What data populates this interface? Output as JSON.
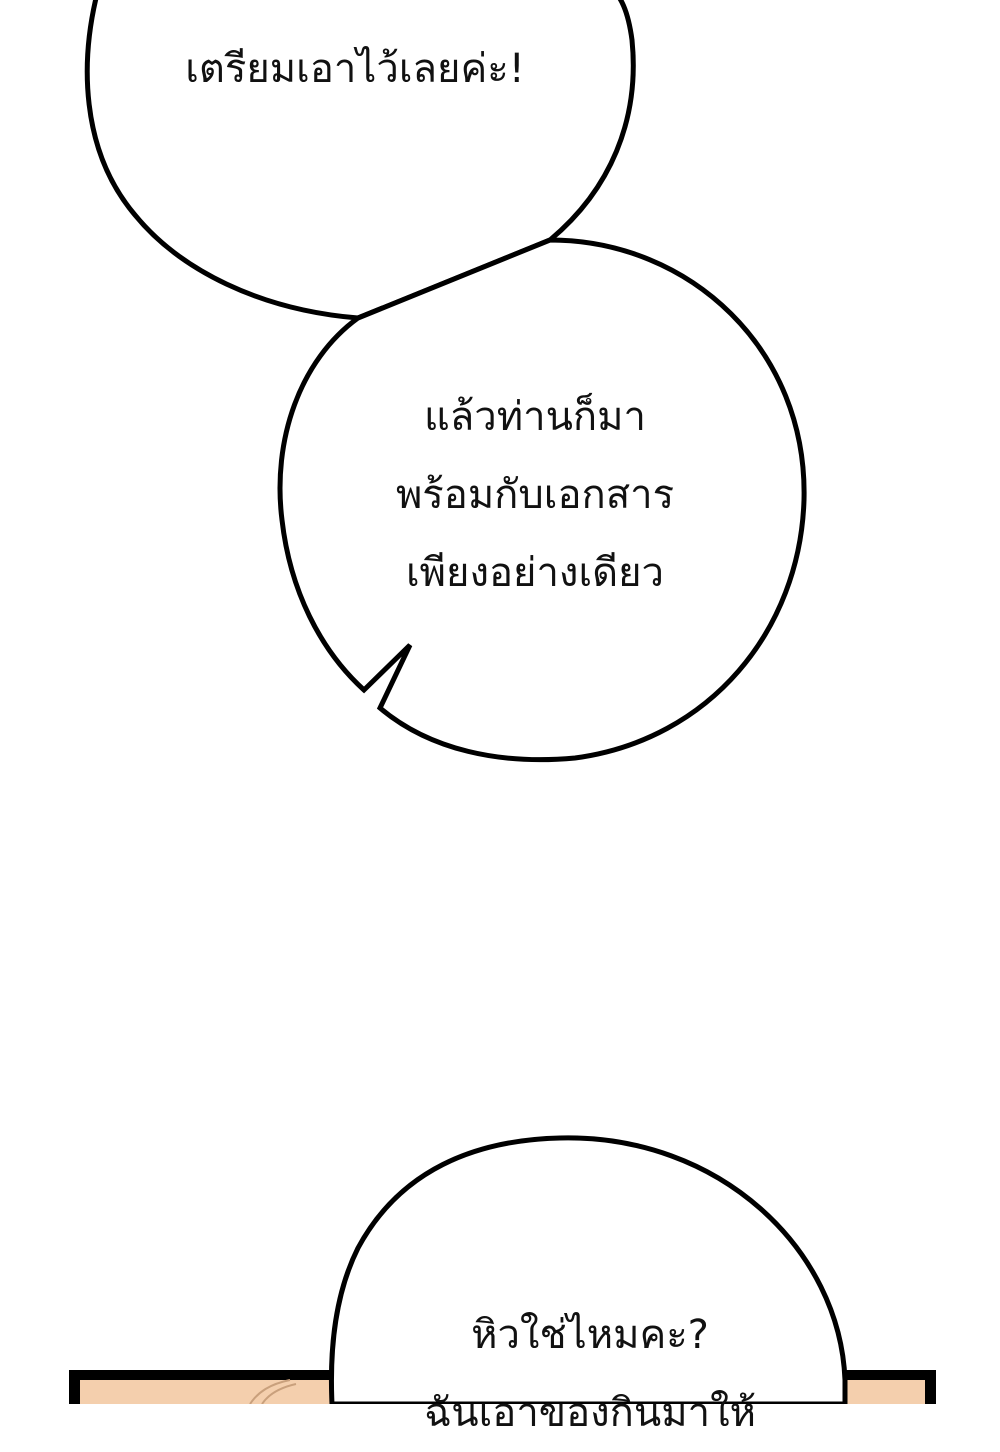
{
  "page": {
    "background": "#ffffff",
    "ink_color": "#000000",
    "panel_skin_color": "#f4cfad"
  },
  "bubbles": [
    {
      "lines": [
        "",
        "เตรียมเอาไว้เลยค่ะ!"
      ]
    },
    {
      "lines": [
        "แล้วท่านก็มา",
        "พร้อมกับเอกสาร",
        "เพียงอย่างเดียว"
      ]
    },
    {
      "lines": [
        "หิวใช่ไหมคะ?",
        "ฉันเอาของกินมาให้"
      ]
    }
  ]
}
